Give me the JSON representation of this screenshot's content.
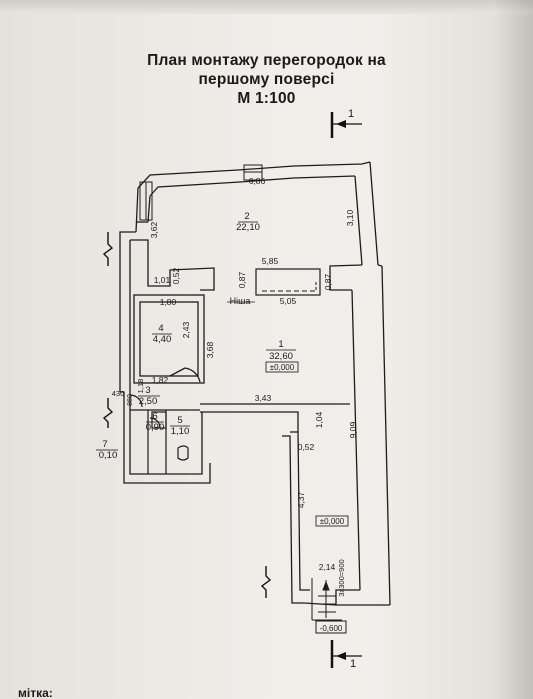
{
  "title": {
    "line1": "План монтажу перегородок на",
    "line2": "першому поверсі",
    "line3": "М 1:100"
  },
  "section_marks": {
    "top": "1",
    "bottom": "1"
  },
  "rooms": [
    {
      "number": "1",
      "area": "32,60",
      "level": "±0,000"
    },
    {
      "number": "2",
      "area": "22,10"
    },
    {
      "number": "3",
      "area": "2,50"
    },
    {
      "number": "4",
      "area": "4,40"
    },
    {
      "number": "5",
      "area": "1,10"
    },
    {
      "number": "6",
      "area": "0,90"
    },
    {
      "number": "7",
      "area": "0,10"
    }
  ],
  "dimensions": {
    "top_width": "6,86",
    "right_upper": "3,10",
    "right_lower": "9,09",
    "right_notch": "0,87",
    "left_upper": "3,62",
    "corridor_width": "1,01",
    "corridor_depth": "0,52",
    "niche_width": "5,85",
    "niche_left_depth": "0,87",
    "niche_length": "5,05",
    "room4_width": "1,80",
    "room4_height": "2,43",
    "room4_side": "3,68",
    "room4_door": "1,82",
    "wc_wall": "3,43",
    "wc_depth": "1,04",
    "corridor_lower": "0,52",
    "lower_left": "4,37",
    "stair_width": "2,14",
    "stair_steps": "3x300=900",
    "small_430": "430",
    "small_860": "860",
    "small_118": "1,18"
  },
  "labels": {
    "niche": "Ніша",
    "level_lower": "±0,000",
    "level_outside": "-0,600",
    "footer_cut": "мітка:"
  }
}
